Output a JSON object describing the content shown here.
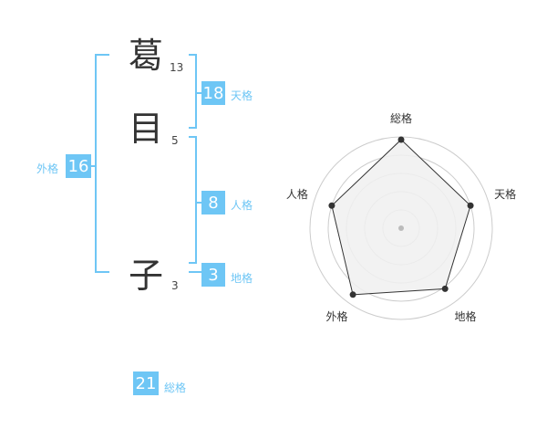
{
  "name": {
    "chars": [
      {
        "char": "葛",
        "strokes": "13"
      },
      {
        "char": "目",
        "strokes": "5"
      },
      {
        "char": "子",
        "strokes": "3"
      }
    ]
  },
  "kaku": {
    "tenkaku": {
      "value": "18",
      "label": "天格"
    },
    "jinkaku": {
      "value": "8",
      "label": "人格"
    },
    "chikaku": {
      "value": "3",
      "label": "地格"
    },
    "gaikaku": {
      "value": "16",
      "label": "外格"
    },
    "soukaku": {
      "value": "21",
      "label": "総格"
    }
  },
  "radar": {
    "labels": [
      "総格",
      "天格",
      "地格",
      "外格",
      "人格"
    ],
    "values": [
      0.97,
      0.8,
      0.82,
      0.9,
      0.8
    ],
    "max": 1
  },
  "colors": {
    "accent": "#6ec6f5",
    "ring": "#cccccc",
    "fill": "#f0f0f0",
    "outline": "#333333"
  }
}
